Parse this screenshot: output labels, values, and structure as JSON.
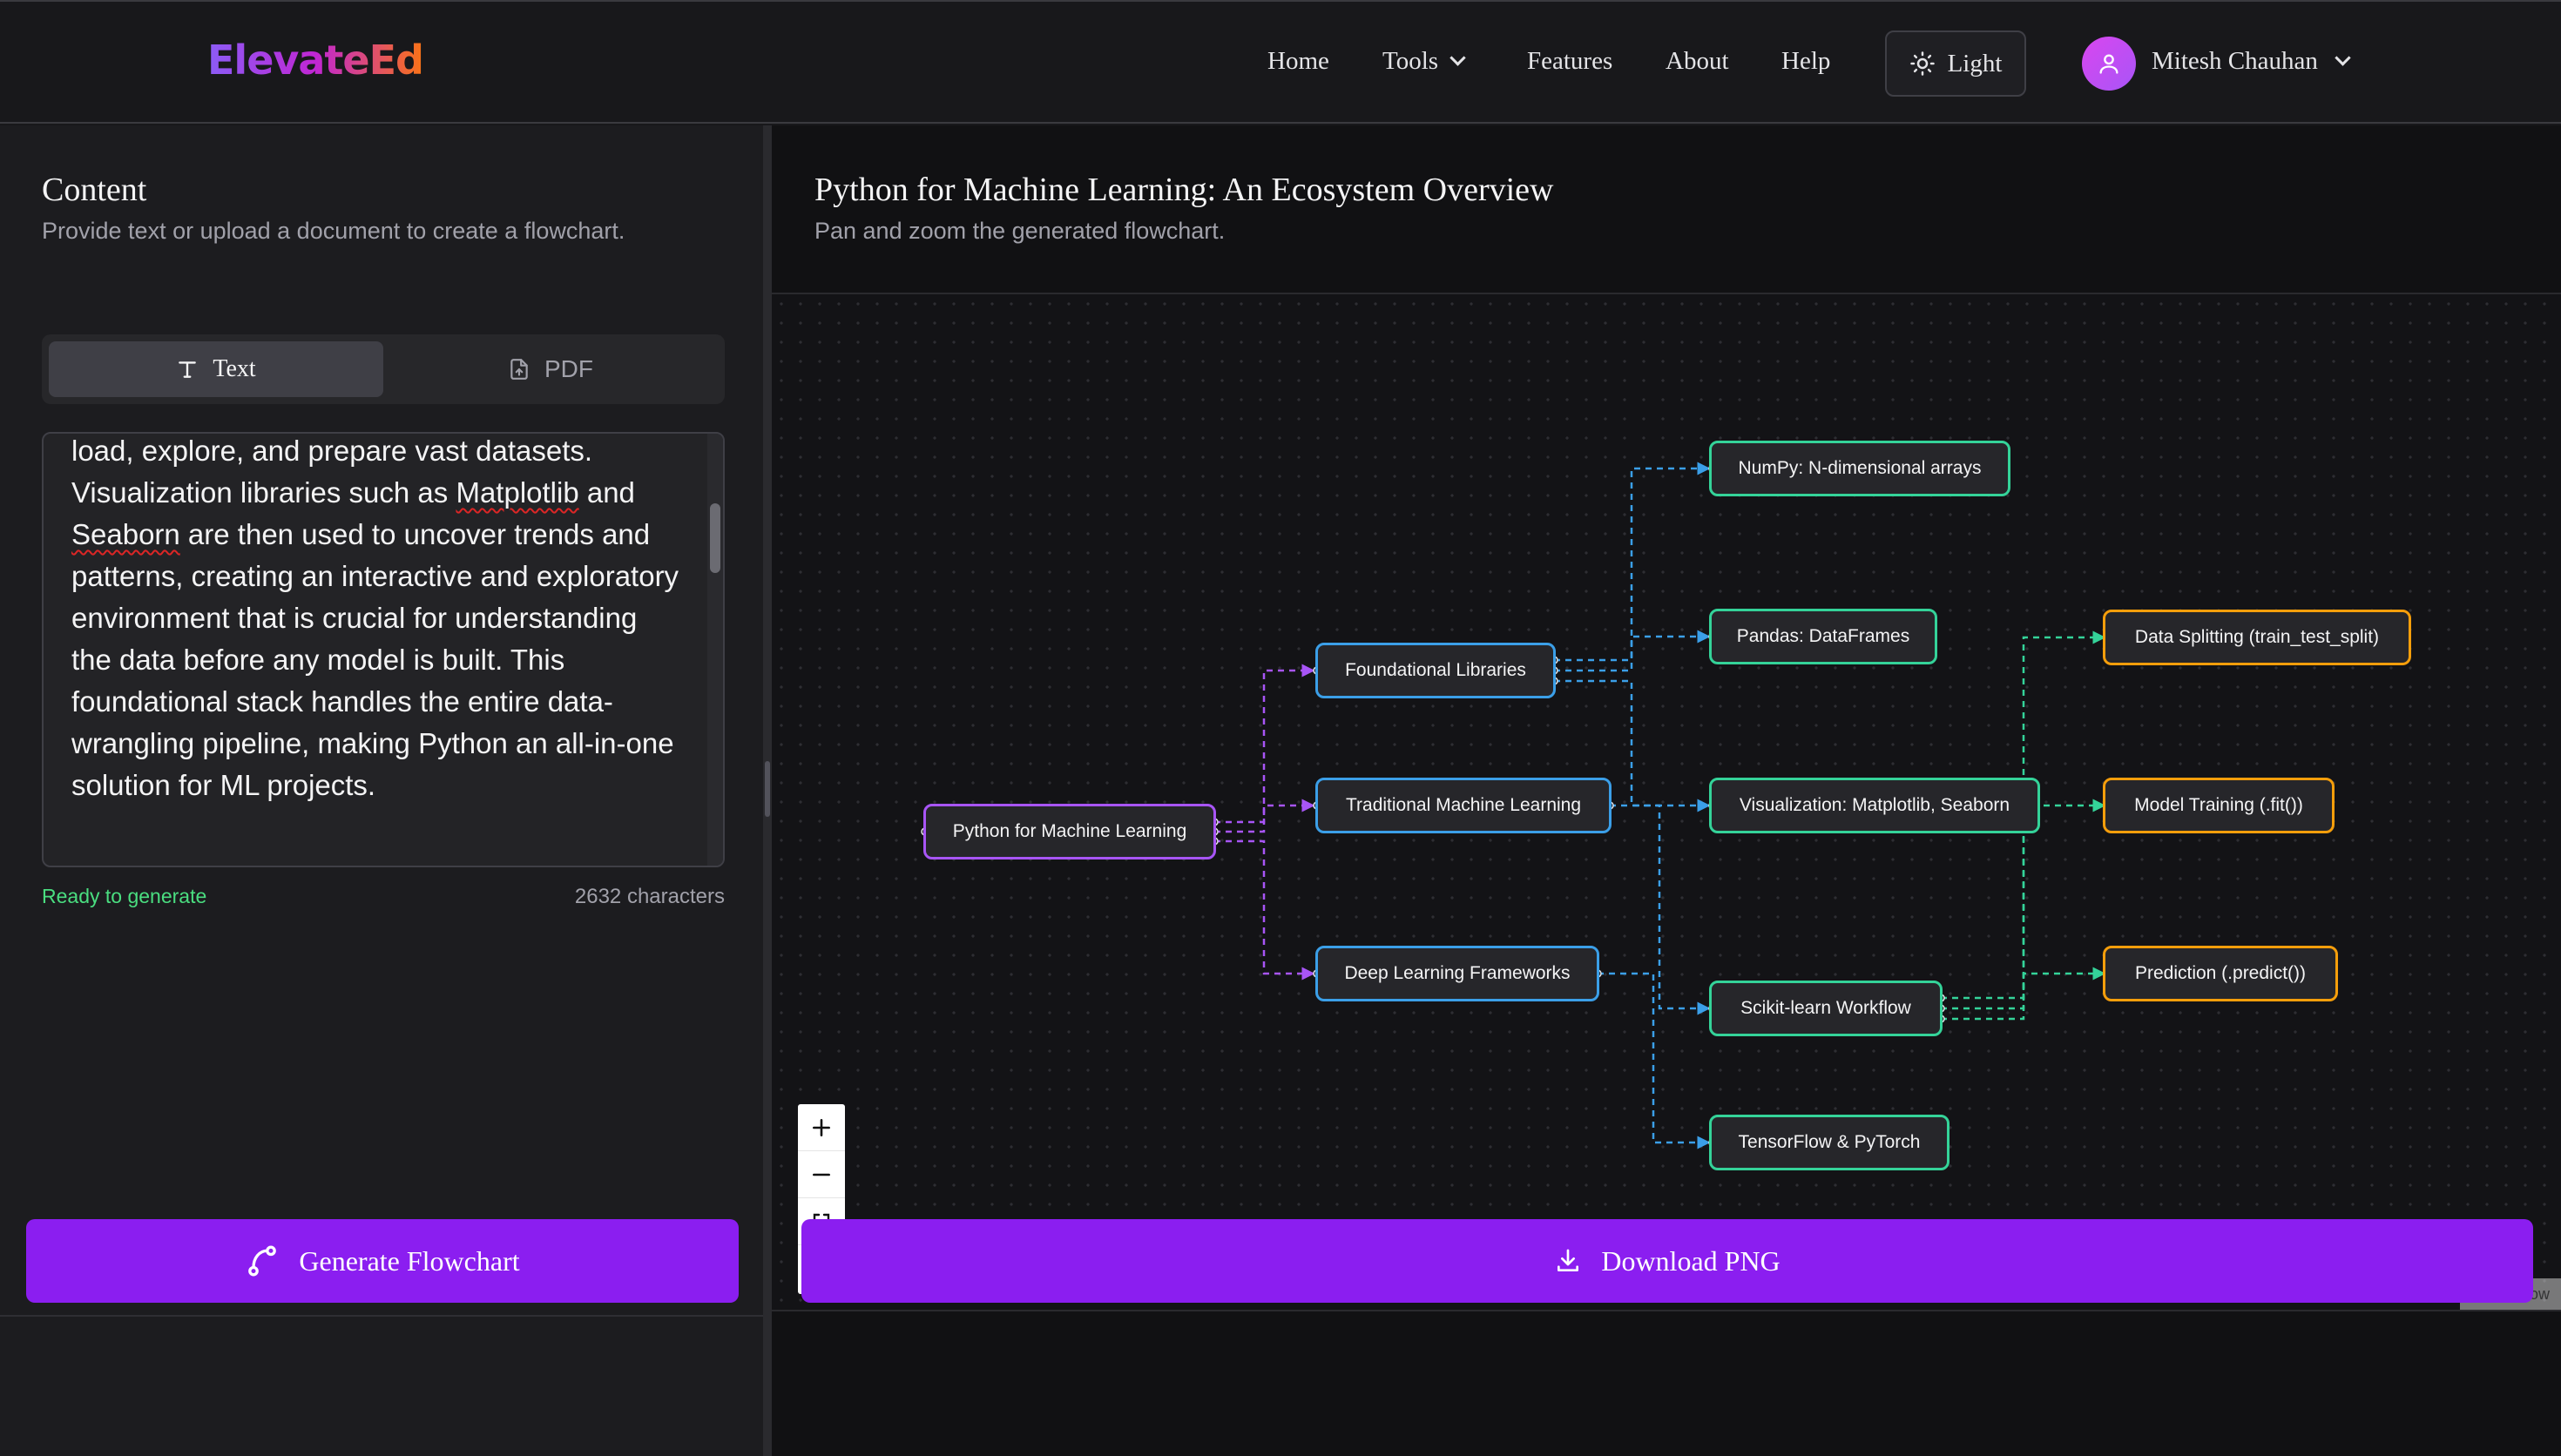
{
  "header": {
    "logo": "ElevateEd",
    "nav": {
      "home": "Home",
      "tools": "Tools",
      "features": "Features",
      "about": "About",
      "help": "Help"
    },
    "theme_toggle": "Light",
    "user_name": "Mitesh Chauhan"
  },
  "left_panel": {
    "title": "Content",
    "subtitle": "Provide text or upload a document to create a flowchart.",
    "tabs": {
      "text": "Text",
      "pdf": "PDF"
    },
    "textarea_lines": [
      "load, explore, and prepare vast datasets.",
      "Visualization libraries such as ",
      "Matplotlib",
      " and",
      "Seaborn",
      " are then used to uncover trends and",
      "patterns, creating an interactive and exploratory",
      "environment that is crucial for understanding",
      "the data before any model is built. This",
      "foundational stack handles the entire data-",
      "wrangling pipeline, making Python an all-in-one",
      "solution for ML projects."
    ],
    "status": "Ready to generate",
    "char_count": "2632 characters",
    "generate_button": "Generate Flowchart"
  },
  "right_panel": {
    "title": "Python for Machine Learning: An Ecosystem Overview",
    "subtitle": "Pan and zoom the generated flowchart.",
    "download_button": "Download PNG",
    "attribution": "React Flow"
  },
  "flowchart": {
    "nodes": {
      "root": "Python for Machine Learning",
      "foundational": "Foundational Libraries",
      "traditional": "Traditional Machine Learning",
      "deep": "Deep Learning Frameworks",
      "numpy": "NumPy: N-dimensional arrays",
      "pandas": "Pandas: DataFrames",
      "viz": "Visualization: Matplotlib, Seaborn",
      "sklearn": "Scikit-learn Workflow",
      "tf": "TensorFlow & PyTorch",
      "split": "Data Splitting (train_test_split)",
      "train": "Model Training (.fit())",
      "predict": "Prediction (.predict())"
    },
    "colors": {
      "root": "#a855f7",
      "level1": "#3b9fe8",
      "level2": "#34d399",
      "level3": "#f59e0b",
      "accent": "#8b1ef0"
    }
  }
}
